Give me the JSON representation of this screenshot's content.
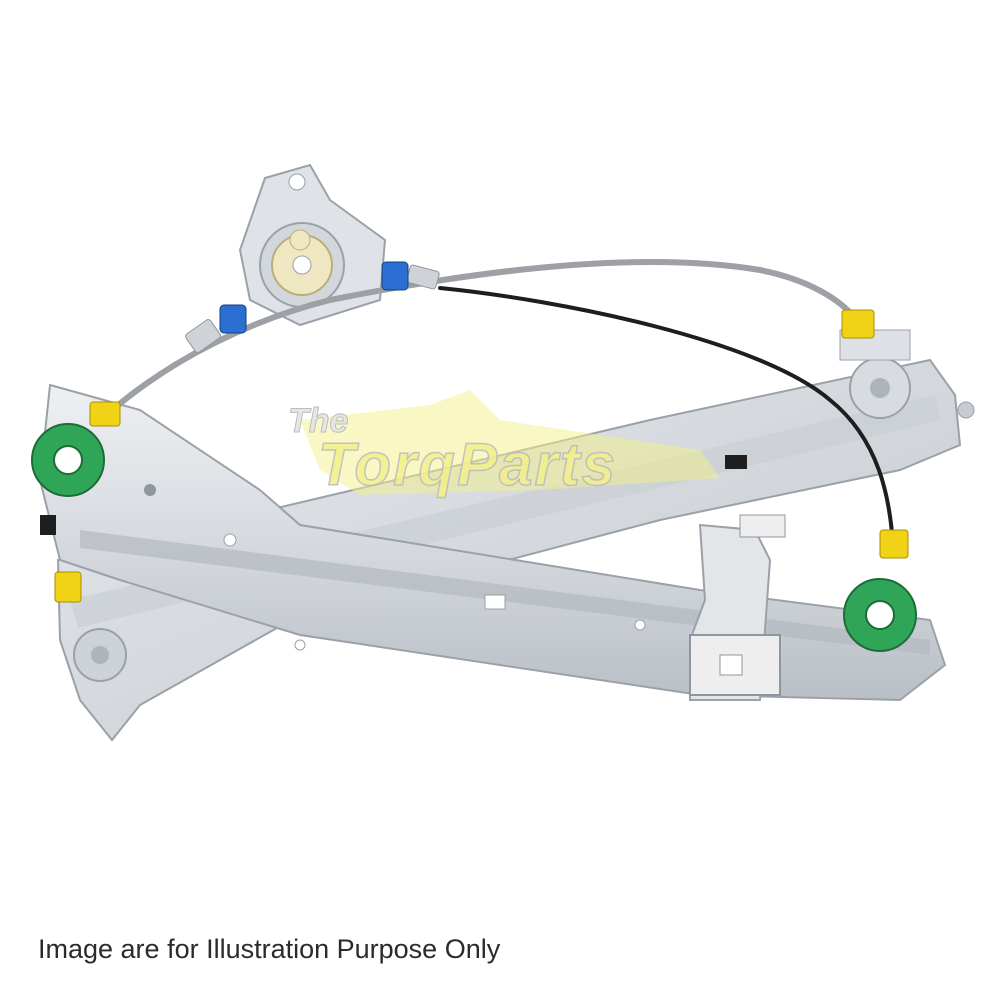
{
  "product_image": {
    "subject": "window-regulator-assembly",
    "colors": {
      "rail_metal": "#d9dde2",
      "rail_shadow": "#aeb4bb",
      "cable_grey": "#9da1a5",
      "cable_black": "#1e1e1e",
      "pulley_green": "#2fa657",
      "clip_yellow": "#f0d316",
      "clip_blue": "#2a6fd1",
      "spring_silver": "#cfd3d8",
      "gear_cream": "#efe7c2",
      "slider_white": "#eeeeee"
    }
  },
  "watermark": {
    "line1": "The",
    "line2": "TorqParts",
    "color_fill": "#f3f08a",
    "color_outline": "#c9c9c9"
  },
  "caption": {
    "text": "Image are for Illustration Purpose Only"
  }
}
